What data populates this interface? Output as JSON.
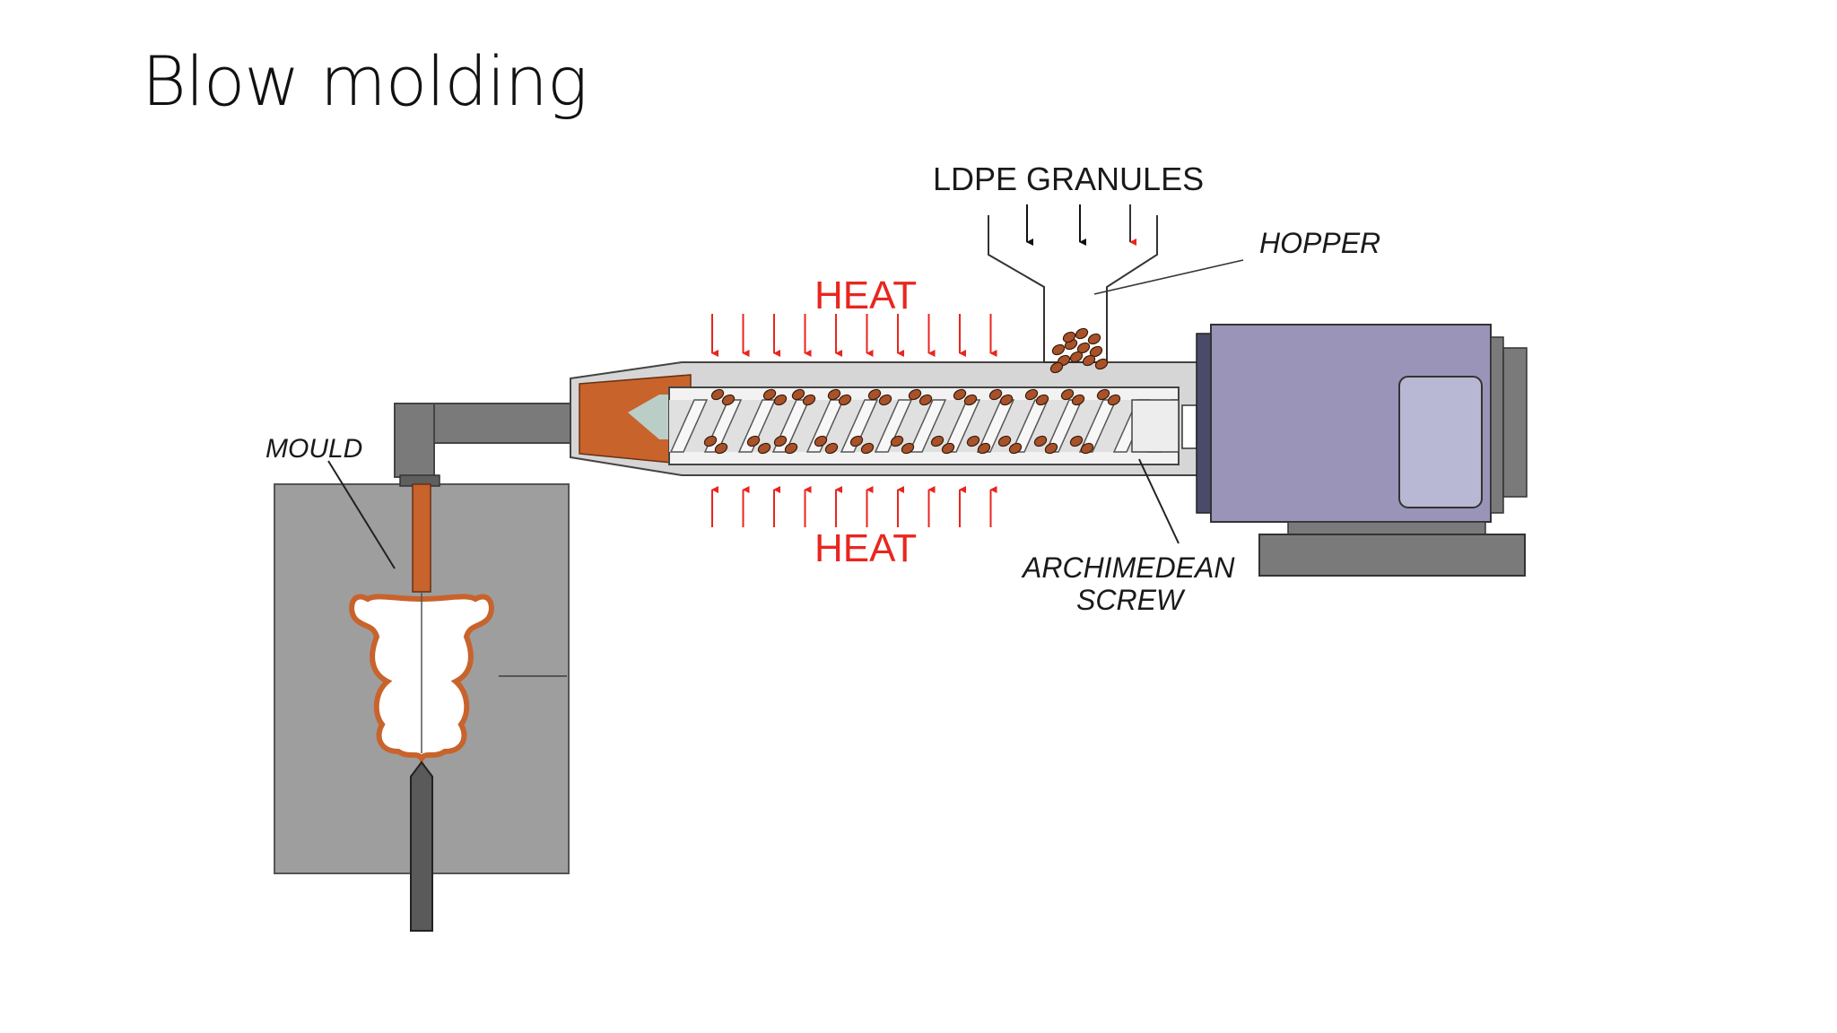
{
  "slide": {
    "title": "Blow molding"
  },
  "labels": {
    "granules": "LDPE GRANULES",
    "hopper": "HOPPER",
    "heat_top": "HEAT",
    "heat_bottom": "HEAT",
    "mould": "MOULD",
    "screw_line1": "ARCHIMEDEAN",
    "screw_line2": "SCREW"
  },
  "colors": {
    "heat": "#e8261f",
    "molten_plastic": "#c8632c",
    "granule": "#a8522a",
    "motor": "#9a94b8",
    "mould": "#9e9e9e",
    "barrel": "#d6d6d6"
  }
}
